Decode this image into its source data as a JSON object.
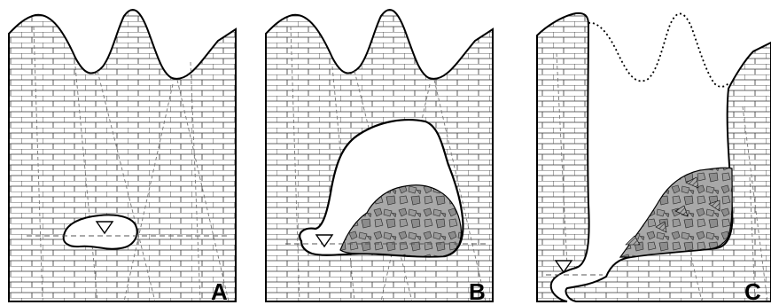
{
  "panels": [
    {
      "id": "A",
      "label": "A"
    },
    {
      "id": "B",
      "label": "B"
    },
    {
      "id": "C",
      "label": "C"
    }
  ],
  "colors": {
    "outline": "#000000",
    "brick": "#333333",
    "fracture": "#666666",
    "breccia_fill": "#a8a8a8",
    "breccia_clast": "#8c8c8c"
  },
  "legend_semantics": {
    "water_table_symbol": "triangle-down",
    "cave_fill": "white",
    "collapse_breccia": "grey rubble"
  }
}
